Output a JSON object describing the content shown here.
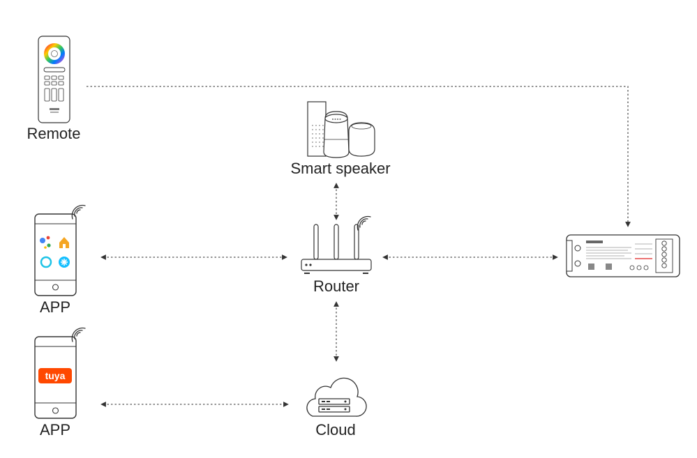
{
  "nodes": {
    "remote": {
      "label": "Remote"
    },
    "smart_speaker": {
      "label": "Smart speaker"
    },
    "router": {
      "label": "Router"
    },
    "app_assistants": {
      "label": "APP"
    },
    "app_tuya": {
      "label": "APP",
      "logo_text": "tuya"
    },
    "cloud": {
      "label": "Cloud"
    },
    "controller": {
      "label": ""
    }
  },
  "colors": {
    "line": "#333333",
    "dash": "#555555",
    "tuya_orange": "#ff4800",
    "google_blue": "#4285f4",
    "google_red": "#ea4335",
    "google_yellow": "#fbbc05",
    "google_green": "#34a853",
    "home_orange": "#f5a623",
    "alexa_cyan": "#1ec3e6",
    "smartthings_blue": "#15bfff",
    "red_led": "#e02020"
  },
  "icons": [
    "remote-icon",
    "phone-icon",
    "wifi-icon",
    "smart-speaker-icon",
    "router-icon",
    "cloud-icon",
    "controller-icon"
  ]
}
